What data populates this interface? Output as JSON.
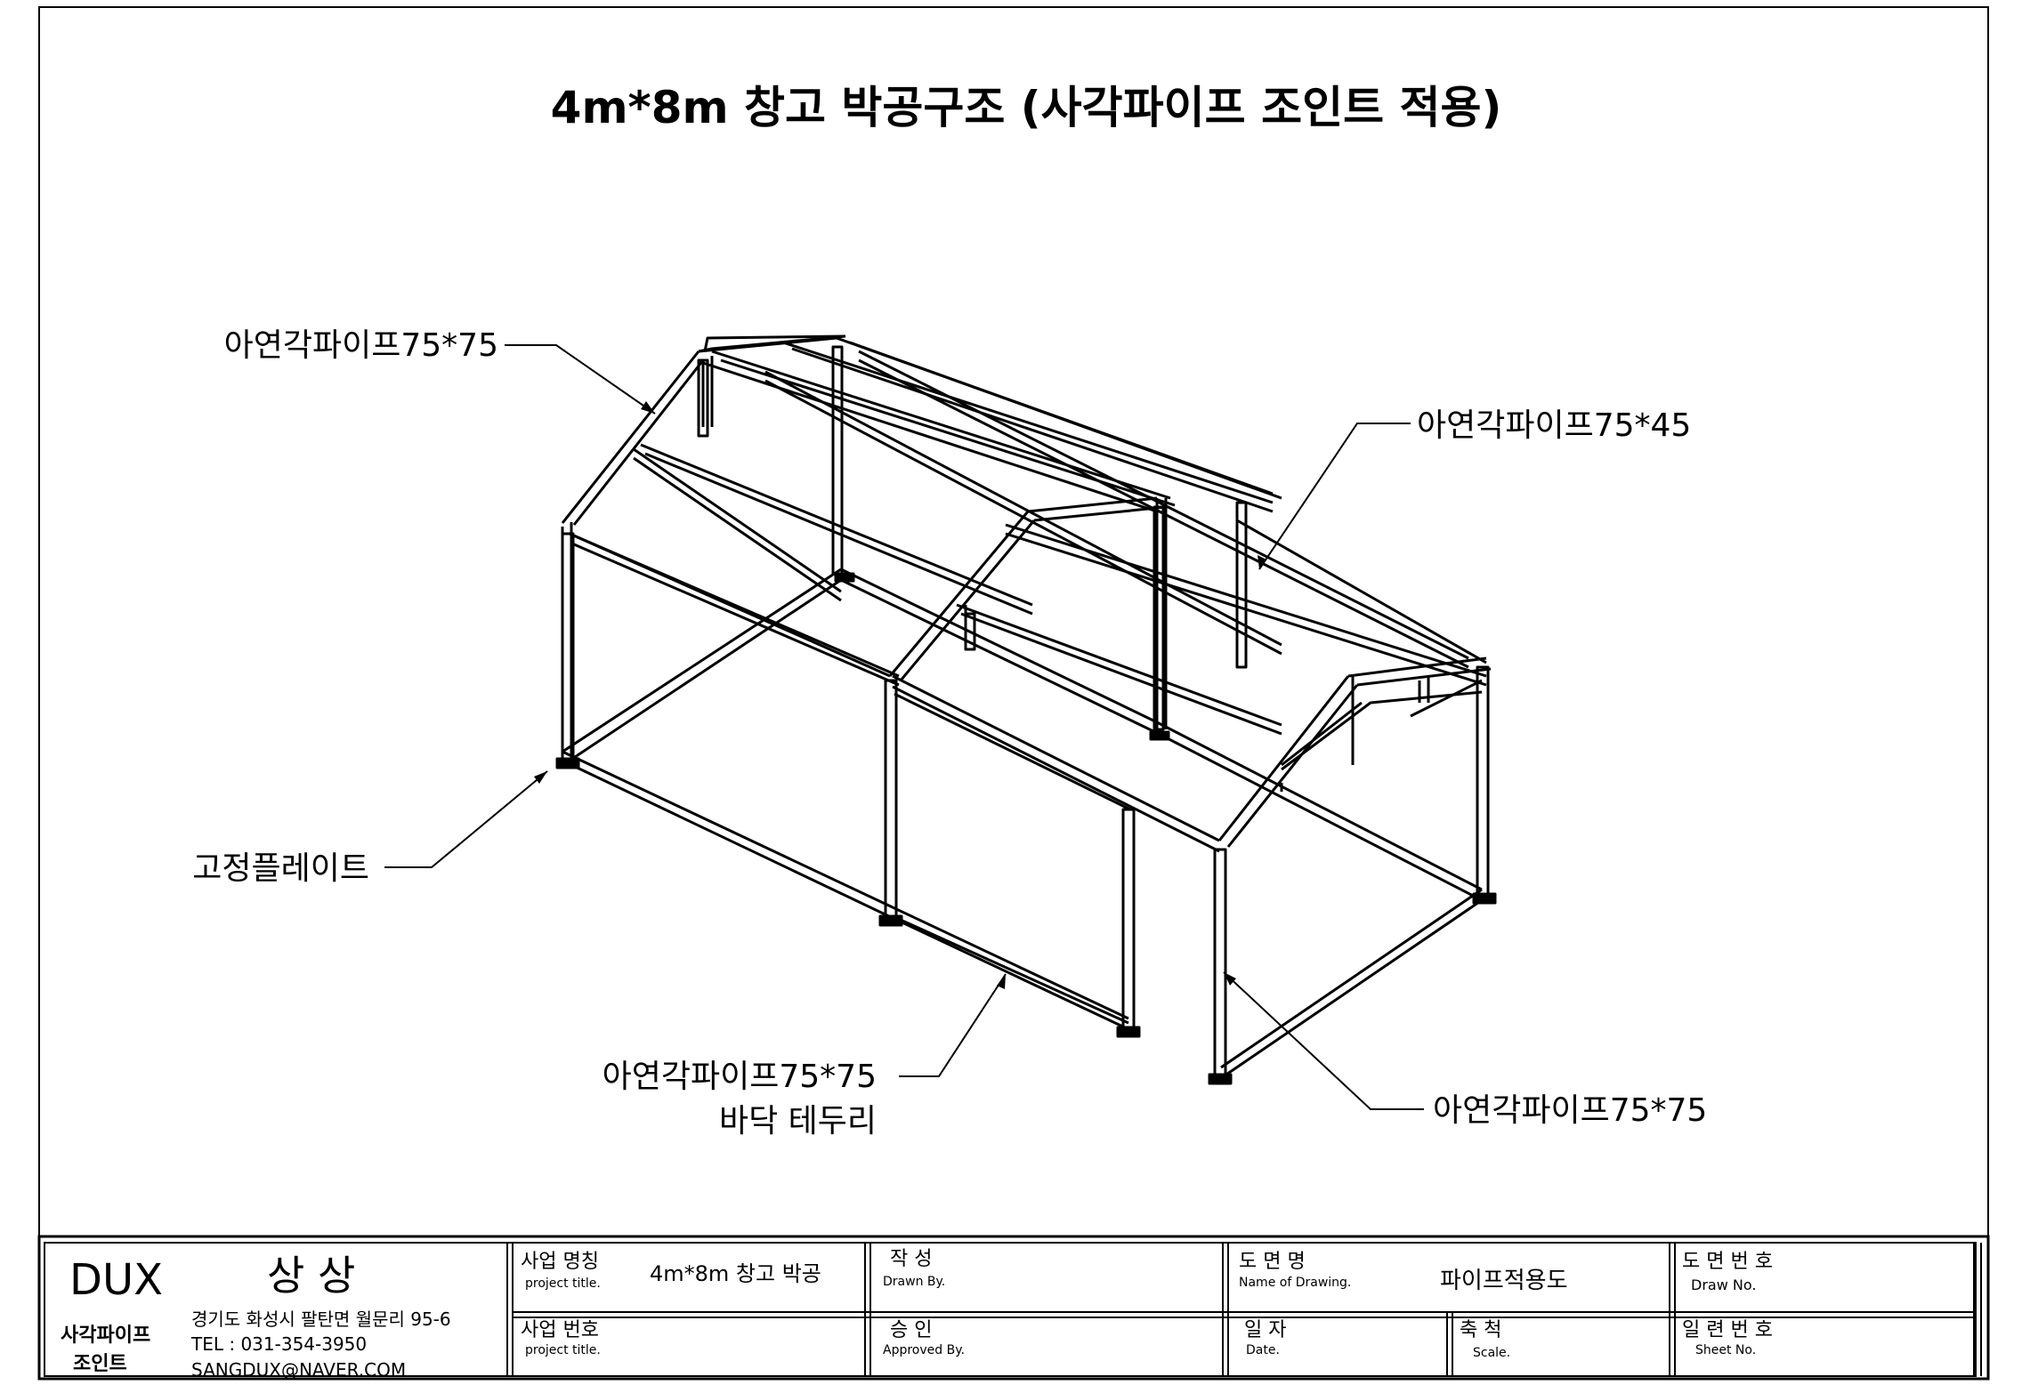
{
  "title": "4m*8m 창고 박공구조  (사각파이프 조인트 적용)",
  "callouts": {
    "top_left": "아연각파이프75*75",
    "top_right": "아연각파이프75*45",
    "plate": "고정플레이트",
    "bottom_center_1": "아연각파이프75*75",
    "bottom_center_2": "바닥  테두리",
    "bottom_right": "아연각파이프75*75"
  },
  "title_block": {
    "brand": "DUX",
    "company": "상 상",
    "product_line1": "사각파이프",
    "product_line2": "조인트",
    "address": "경기도 화성시 팔탄면 월문리 95-6",
    "tel": "TEL : 031-354-3950",
    "email": "SANGDUX@NAVER.COM",
    "project_name_label": "사업 명칭",
    "project_name_sub": "project title.",
    "project_name_value": "4m*8m 창고 박공",
    "drawn_label": "작    성",
    "drawn_sub": "Drawn By.",
    "drawing_name_label": "도  면  명",
    "drawing_name_sub": "Name of Drawing.",
    "drawing_name_value": "파이프적용도",
    "draw_no_label": "도 면 번 호",
    "draw_no_sub": "Draw No.",
    "project_no_label": "사업 번호",
    "project_no_sub": "project title.",
    "approved_label": "승    인",
    "approved_sub": "Approved By.",
    "date_label": "일  자",
    "date_sub": "Date.",
    "scale_label": "축  척",
    "scale_sub": "Scale.",
    "sheet_no_label": "일 련 번 호",
    "sheet_no_sub": "Sheet No."
  }
}
